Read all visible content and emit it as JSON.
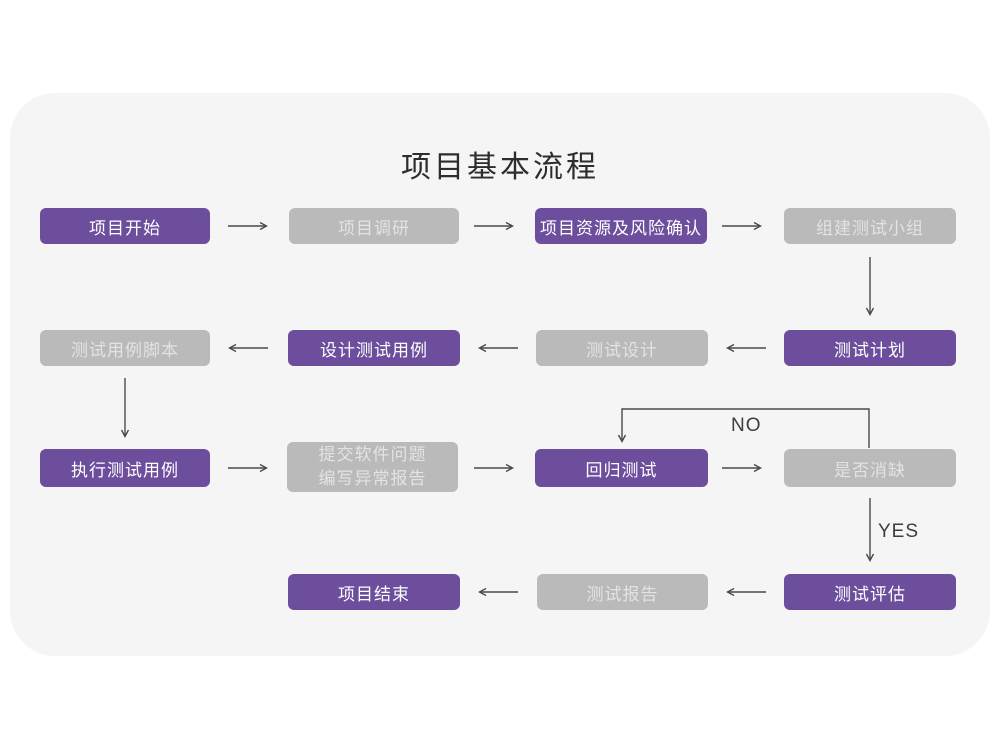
{
  "title": "项目基本流程",
  "colors": {
    "node_accent": "#6C4E9D",
    "node_inactive": "#BABABA",
    "card_background": "#F5F5F6",
    "arrow": "#4A4A4A"
  },
  "nodes": {
    "start": "项目开始",
    "research": "项目调研",
    "risk_confirm": "项目资源及风险确认",
    "build_team": "组建测试小组",
    "test_plan": "测试计划",
    "test_design": "测试设计",
    "design_cases": "设计测试用例",
    "case_script": "测试用例脚本",
    "execute_cases": "执行测试用例",
    "submit_issue_line1": "提交软件问题",
    "submit_issue_line2": "编写异常报告",
    "regression": "回归测试",
    "defect_resolved": "是否消缺",
    "test_evaluate": "测试评估",
    "test_report": "测试报告",
    "end": "项目结束"
  },
  "edge_labels": {
    "no": "NO",
    "yes": "YES"
  }
}
